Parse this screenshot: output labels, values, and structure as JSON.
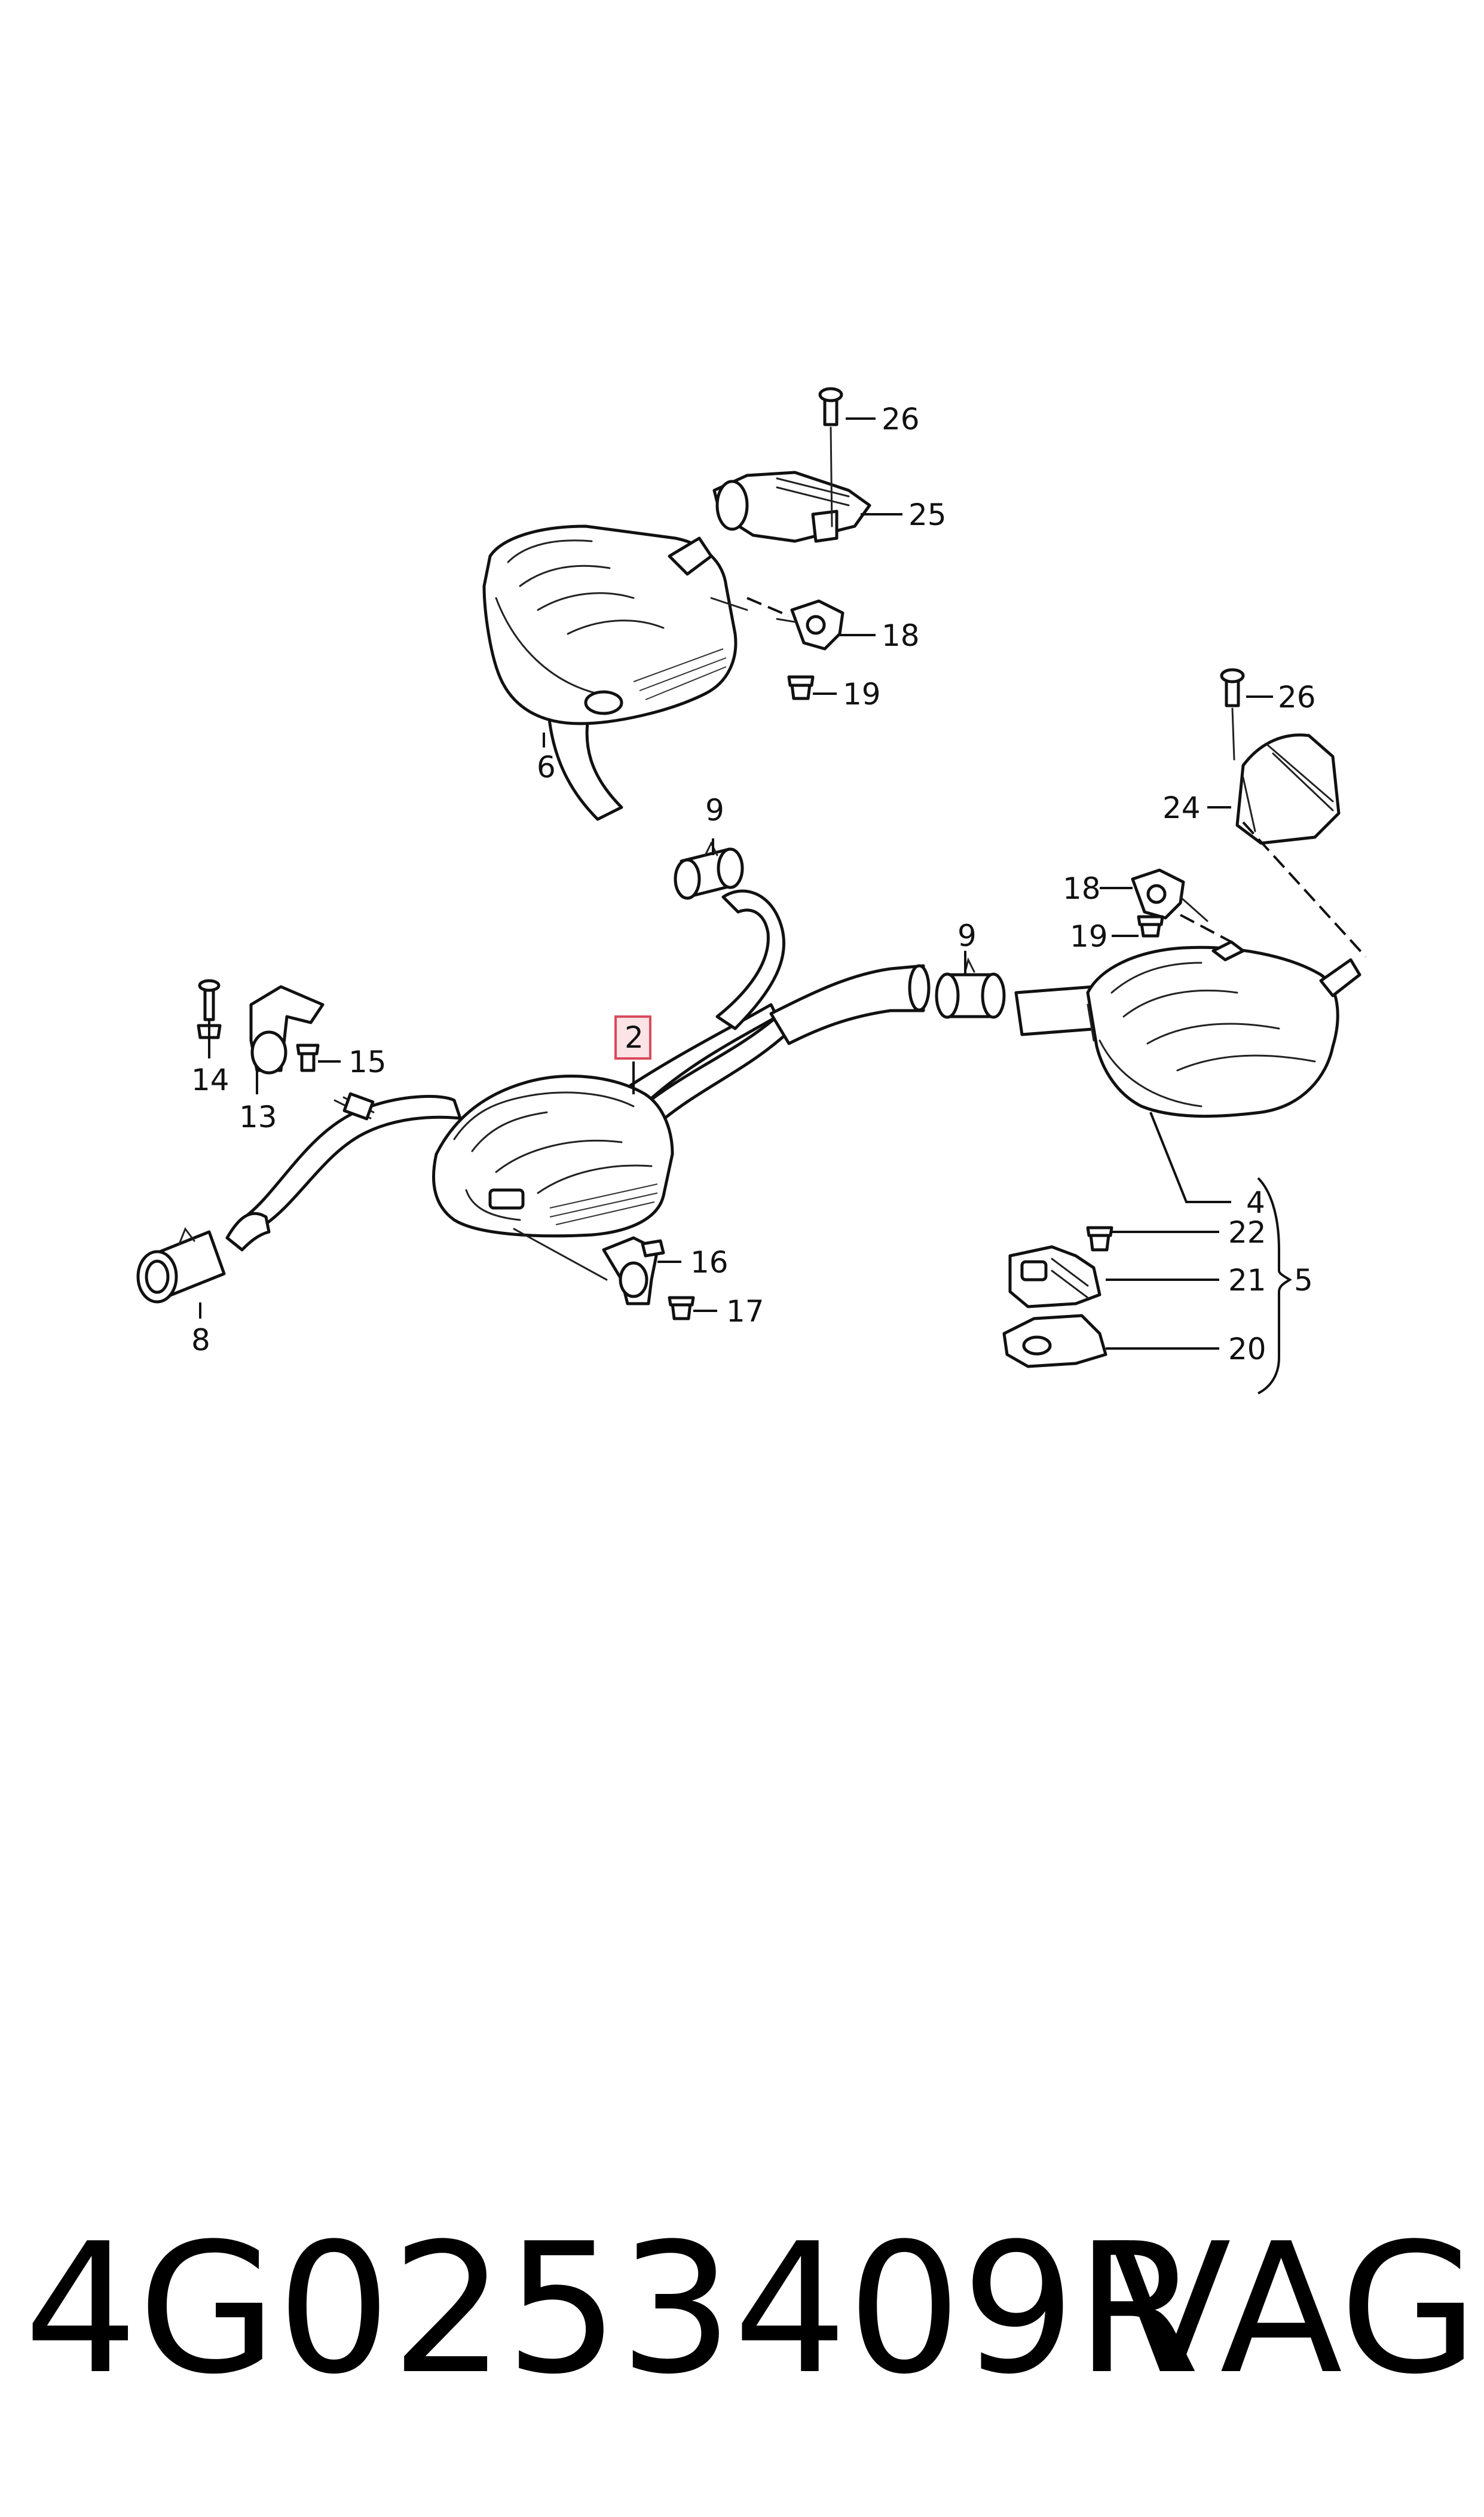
{
  "callouts": {
    "p2": "2",
    "p4": "4",
    "p5": "5",
    "p6": "6",
    "p8": "8",
    "p9a": "9",
    "p9b": "9",
    "p13": "13",
    "p14": "14",
    "p15": "15",
    "p16": "16",
    "p17": "17",
    "p18a": "18",
    "p18b": "18",
    "p19a": "19",
    "p19b": "19",
    "p20": "20",
    "p21": "21",
    "p22": "22",
    "p24": "24",
    "p25": "25",
    "p26a": "26",
    "p26b": "26"
  },
  "highlighted_part": "2",
  "footer": {
    "part_number": "4G0253409R",
    "brand": "VAG"
  },
  "colors": {
    "highlight_fill": "#fbe3e6",
    "highlight_stroke": "#d94b5c",
    "line": "#111111"
  }
}
